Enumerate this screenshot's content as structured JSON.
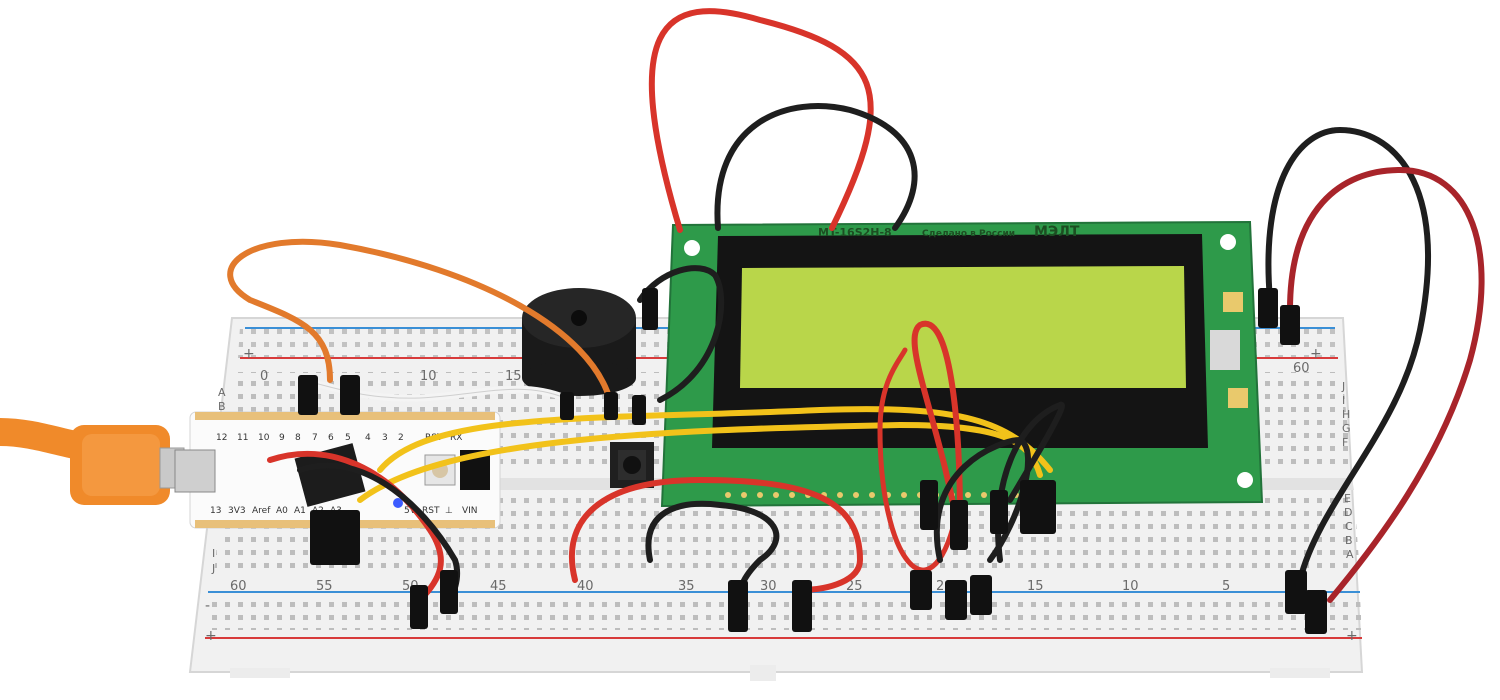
{
  "breadboard": {
    "top_numbers": [
      "0",
      "10",
      "15"
    ],
    "top_row_letters": [
      "A",
      "B"
    ],
    "right_number": "60",
    "bottom_numbers": [
      "60",
      "55",
      "50",
      "45",
      "40",
      "35",
      "30",
      "25",
      "20",
      "15",
      "10",
      "5"
    ],
    "right_row_letters": [
      "J",
      "I",
      "H",
      "G",
      "F",
      "E",
      "D",
      "C",
      "B",
      "A"
    ],
    "left_row_letters": [
      "I",
      "J"
    ],
    "rail_marks": [
      "+",
      "-"
    ]
  },
  "microcontroller": {
    "top_pins": [
      "12",
      "11",
      "10",
      "9",
      "8",
      "7",
      "6",
      "5",
      "4",
      "3",
      "2",
      "RST",
      "RX"
    ],
    "bottom_pins": [
      "13",
      "3V3",
      "Aref",
      "A0",
      "A1",
      "A2",
      "A3",
      "5V",
      "RST",
      "⊥",
      "VIN"
    ]
  },
  "lcd": {
    "model_label": "MT-16S2H-8",
    "made_in": "Сделано в России",
    "brand": "МЭЛТ",
    "screen_color": "#b9d64a",
    "pcb_color": "#2e9a4a"
  },
  "colors": {
    "wire_red": "#d8342a",
    "wire_black": "#1e1e1e",
    "wire_orange": "#e27a2c",
    "wire_yellow": "#f2c21a",
    "wire_white": "#f4f4f4",
    "usb_cable": "#f08a2a"
  }
}
